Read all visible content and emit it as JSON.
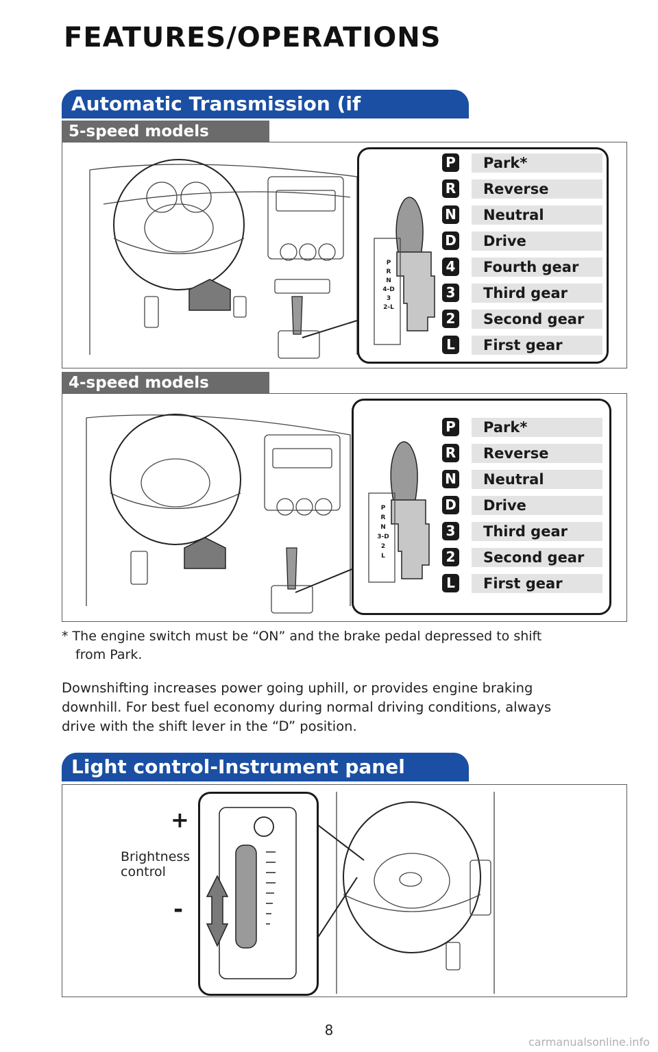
{
  "page": {
    "title": "FEATURES/OPERATIONS",
    "number": "8",
    "watermark": "carmanualsonline.info"
  },
  "automatic_transmission": {
    "heading": "Automatic Transmission (if equipped)",
    "five_speed": {
      "label": "5-speed models",
      "gears": [
        {
          "letter": "P",
          "label": "Park*"
        },
        {
          "letter": "R",
          "label": "Reverse"
        },
        {
          "letter": "N",
          "label": "Neutral"
        },
        {
          "letter": "D",
          "label": "Drive"
        },
        {
          "letter": "4",
          "label": "Fourth gear"
        },
        {
          "letter": "3",
          "label": "Third gear"
        },
        {
          "letter": "2",
          "label": "Second gear"
        },
        {
          "letter": "L",
          "label": "First gear"
        }
      ],
      "gate_labels": [
        "P",
        "R",
        "N",
        "4-D",
        "3",
        "2-L"
      ]
    },
    "four_speed": {
      "label": "4-speed models",
      "gears": [
        {
          "letter": "P",
          "label": "Park*"
        },
        {
          "letter": "R",
          "label": "Reverse"
        },
        {
          "letter": "N",
          "label": "Neutral"
        },
        {
          "letter": "D",
          "label": "Drive"
        },
        {
          "letter": "3",
          "label": "Third gear"
        },
        {
          "letter": "2",
          "label": "Second gear"
        },
        {
          "letter": "L",
          "label": "First gear"
        }
      ],
      "gate_labels": [
        "P",
        "R",
        "N",
        "3-D",
        "2",
        "L"
      ]
    },
    "footnote_line1": "* The engine switch must be “ON” and the brake pedal depressed to shift",
    "footnote_line2": "from Park.",
    "paragraph_line1": "Downshifting increases power going uphill, or provides engine braking",
    "paragraph_line2": "downhill. For best fuel economy during normal driving conditions, always",
    "paragraph_line3": "drive with the shift lever in the “D” position."
  },
  "light_control": {
    "heading": "Light control-Instrument panel",
    "plus": "+",
    "minus": "-",
    "brightness_line1": "Brightness",
    "brightness_line2": "control"
  }
}
